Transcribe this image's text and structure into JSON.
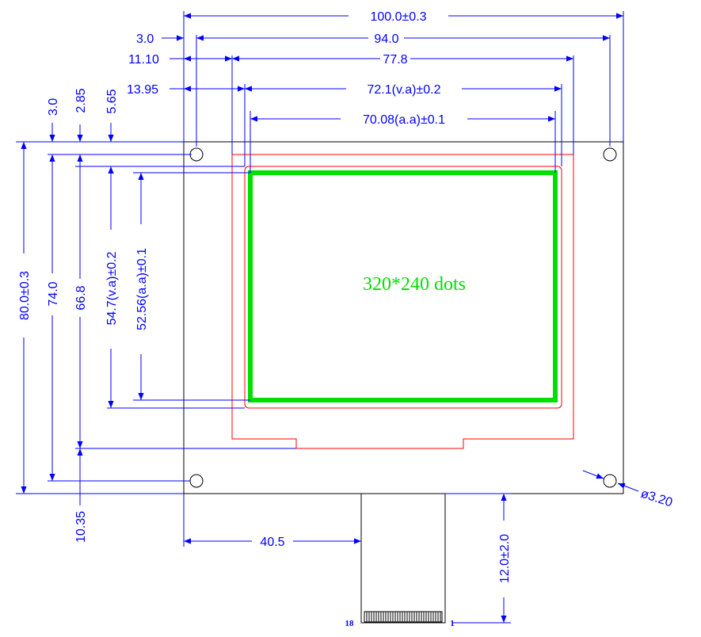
{
  "colors": {
    "outline": "#000000",
    "dimension": "#0000ff",
    "bezel": "#ff0000",
    "active_area": "#00e000"
  },
  "dims": {
    "width_total": "100.0±0.3",
    "hole_pitch_x": "94.0",
    "hole_offset_x": "3.0",
    "bezel_width": "77.8",
    "bezel_offset_x": "11.10",
    "va_width": "72.1(v.a)±0.2",
    "va_offset_x": "13.95",
    "aa_width": "70.08(a.a)±0.1",
    "hole_offset_y": "3.0",
    "bezel_offset_y": "2.85",
    "va_offset_y": "5.65",
    "height_total": "80.0±0.3",
    "hole_pitch_y": "74.0",
    "bezel_height": "66.8",
    "va_height": "54.7(v.a)±0.2",
    "aa_height": "52.56(a.a)±0.1",
    "bottom_offset": "10.35",
    "fpc_offset_x": "40.5",
    "fpc_length": "12.0±2.0",
    "hole_diameter": "ø3.20"
  },
  "display": {
    "resolution": "320*240  dots"
  },
  "fpc": {
    "pin_left": "18",
    "pin_right": "1"
  }
}
